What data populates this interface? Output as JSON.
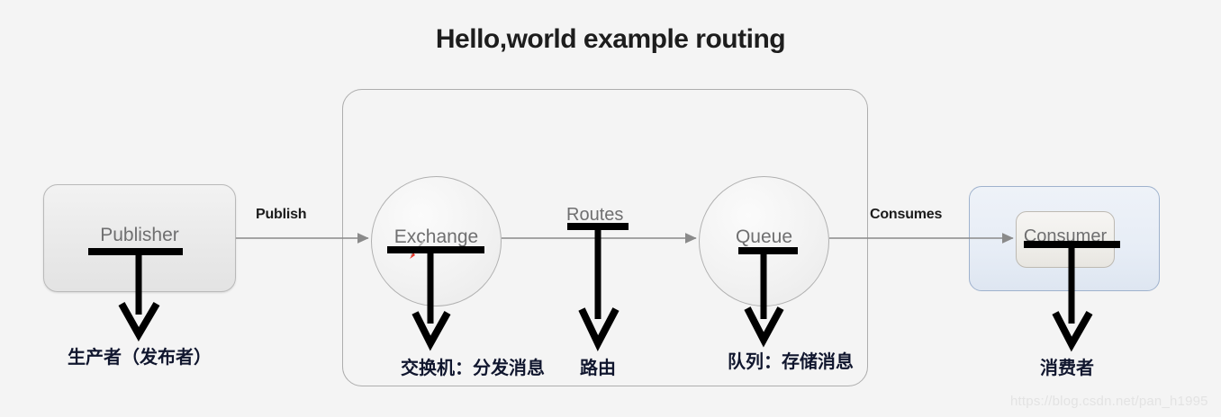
{
  "title": "Hello,world example routing",
  "nodes": {
    "publisher": {
      "label": "Publisher",
      "note": "生产者（发布者）"
    },
    "exchange": {
      "label": "Exchange",
      "note": "交换机：分发消息"
    },
    "queue": {
      "label": "Queue",
      "note": "队列：存储消息"
    },
    "consumer": {
      "label": "Consumer",
      "note": "消费者"
    }
  },
  "edges": {
    "publish": "Publish",
    "routes": "Routes",
    "routes_note": "路由",
    "consumes": "Consumes"
  },
  "colors": {
    "background": "#f4f4f4",
    "node_text": "#6f6f70",
    "annotation": "#10162e",
    "red_mark": "#e8392c",
    "consumer_accent": "#9fb2cd",
    "connector": "#8a8a8a"
  },
  "watermark": "https://blog.csdn.net/pan_h1995"
}
